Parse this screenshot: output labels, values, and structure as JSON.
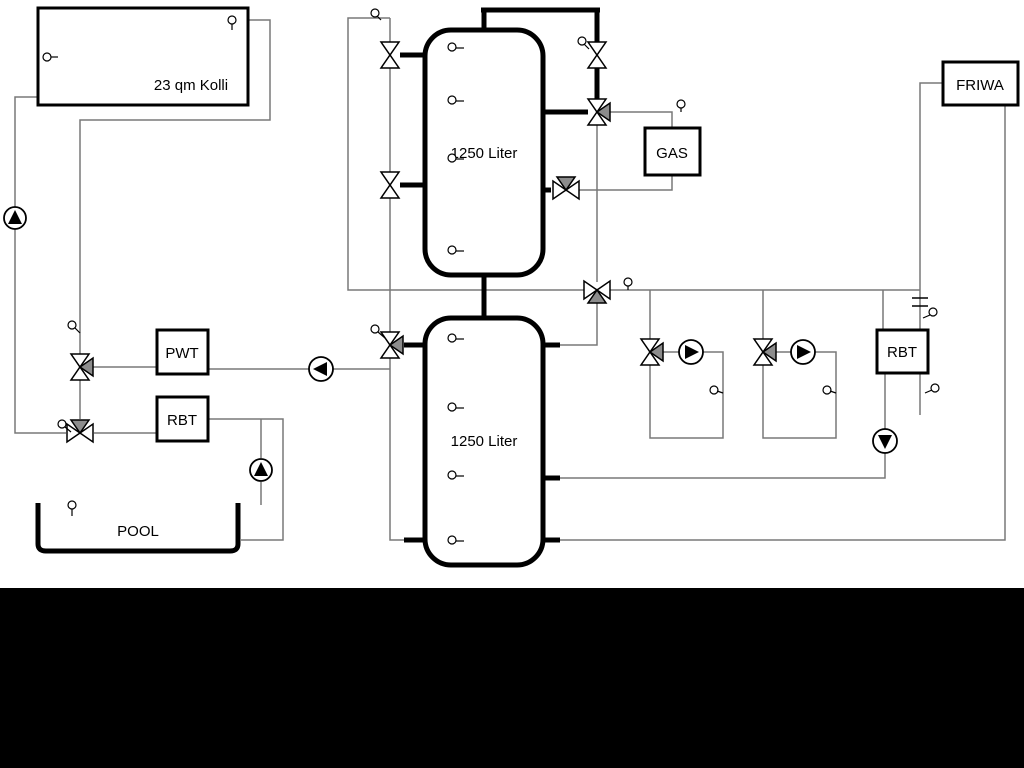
{
  "labels": {
    "collector": "23 qm Kolli",
    "tank_top": "1250 Liter",
    "tank_bottom": "1250 Liter",
    "pwt": "PWT",
    "rbt_left": "RBT",
    "rbt_right": "RBT",
    "gas": "GAS",
    "friwa": "FRIWA",
    "pool": "POOL"
  },
  "colors": {
    "background": "#ffffff",
    "pipe": "#787878",
    "component_stroke": "#000000",
    "valve_branch_fill": "#8c8c8c",
    "footer": "#000000"
  }
}
